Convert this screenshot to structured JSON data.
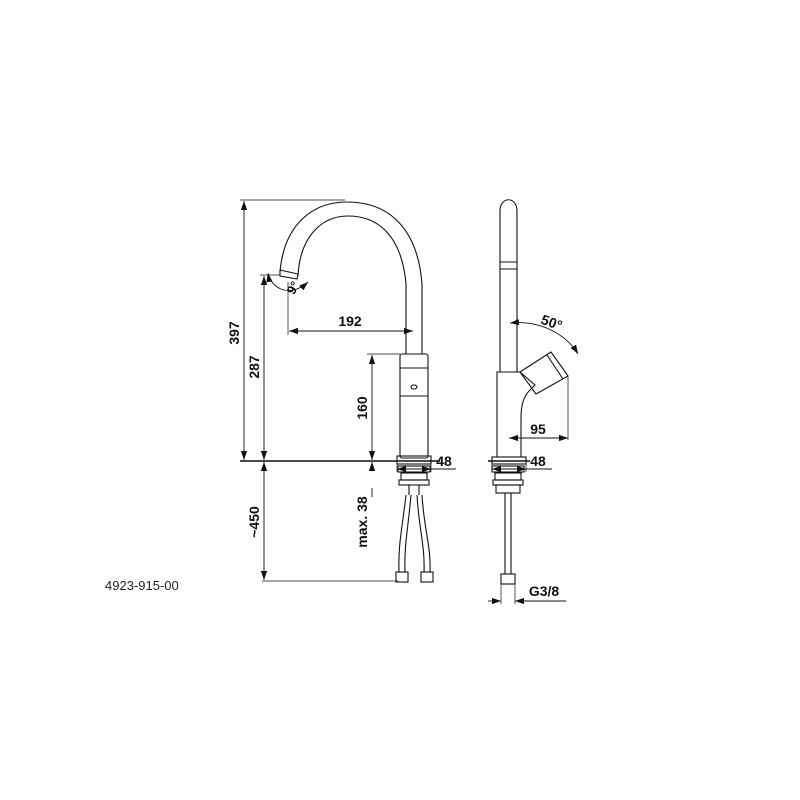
{
  "drawing": {
    "product_code": "4923-915-00",
    "front_view": {
      "dim_total_height": "397",
      "dim_spout_height": "287",
      "dim_body_height": "160",
      "dim_below_deck": "~450",
      "dim_max_thickness": "max. 38",
      "dim_projection": "192",
      "dim_base_diameter": "48",
      "dim_spout_angle": "9°"
    },
    "side_view": {
      "dim_lever_angle": "50°",
      "dim_lever_reach": "95",
      "dim_base_diameter": "48",
      "dim_thread": "G3/8"
    }
  }
}
